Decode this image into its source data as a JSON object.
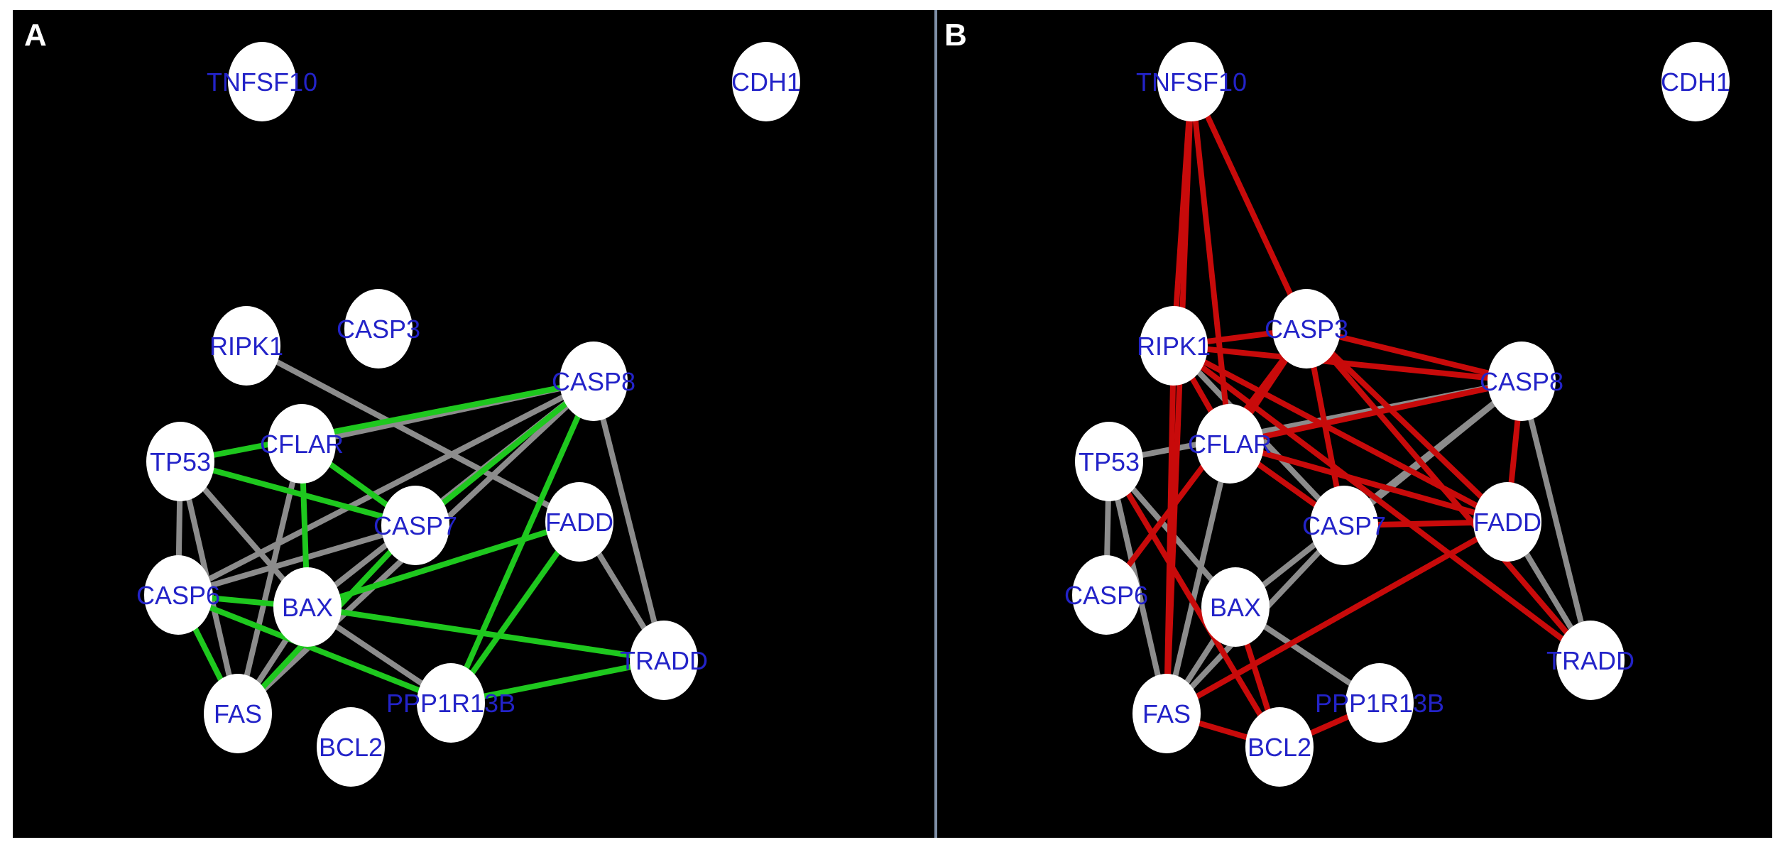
{
  "colors": {
    "background": "#000000",
    "page": "#ffffff",
    "divider": "#7f8fa6",
    "node_fill": "#ffffff",
    "label": "#2323c8",
    "edge_gray": "#8c8c8c",
    "edge_green": "#1ec81e",
    "edge_red": "#c80a0a"
  },
  "panels": [
    {
      "id": "A",
      "label": "A",
      "nodes": [
        {
          "id": "TNFSF10",
          "label": "TNFSF10"
        },
        {
          "id": "CDH1",
          "label": "CDH1"
        },
        {
          "id": "RIPK1",
          "label": "RIPK1"
        },
        {
          "id": "CASP3",
          "label": "CASP3"
        },
        {
          "id": "CASP8",
          "label": "CASP8"
        },
        {
          "id": "TP53",
          "label": "TP53"
        },
        {
          "id": "CFLAR",
          "label": "CFLAR"
        },
        {
          "id": "CASP7",
          "label": "CASP7"
        },
        {
          "id": "FADD",
          "label": "FADD"
        },
        {
          "id": "CASP6",
          "label": "CASP6"
        },
        {
          "id": "BAX",
          "label": "BAX"
        },
        {
          "id": "TRADD",
          "label": "TRADD"
        },
        {
          "id": "FAS",
          "label": "FAS"
        },
        {
          "id": "PPP1R13B",
          "label": "PPP1R13B"
        },
        {
          "id": "BCL2",
          "label": "BCL2"
        }
      ],
      "edges": [
        {
          "source": "RIPK1",
          "target": "FADD",
          "color": "gray"
        },
        {
          "source": "CFLAR",
          "target": "CASP8",
          "color": "gray"
        },
        {
          "source": "TP53",
          "target": "CASP8",
          "color": "green"
        },
        {
          "source": "TP53",
          "target": "CASP7",
          "color": "green"
        },
        {
          "source": "TP53",
          "target": "CASP6",
          "color": "gray"
        },
        {
          "source": "TP53",
          "target": "FAS",
          "color": "gray"
        },
        {
          "source": "TP53",
          "target": "BAX",
          "color": "gray"
        },
        {
          "source": "CFLAR",
          "target": "BAX",
          "color": "green"
        },
        {
          "source": "CFLAR",
          "target": "CASP7",
          "color": "green"
        },
        {
          "source": "CFLAR",
          "target": "FAS",
          "color": "gray"
        },
        {
          "source": "CASP8",
          "target": "CASP6",
          "color": "gray"
        },
        {
          "source": "CASP8",
          "target": "CASP7",
          "color": "green"
        },
        {
          "source": "CASP8",
          "target": "BAX",
          "color": "gray"
        },
        {
          "source": "CASP8",
          "target": "PPP1R13B",
          "color": "green"
        },
        {
          "source": "CASP8",
          "target": "TRADD",
          "color": "gray"
        },
        {
          "source": "CASP7",
          "target": "FAS",
          "color": "green"
        },
        {
          "source": "BAX",
          "target": "FADD",
          "color": "green"
        },
        {
          "source": "FADD",
          "target": "TRADD",
          "color": "gray"
        },
        {
          "source": "FADD",
          "target": "PPP1R13B",
          "color": "green"
        },
        {
          "source": "CASP6",
          "target": "BAX",
          "color": "green"
        },
        {
          "source": "CASP6",
          "target": "FAS",
          "color": "green"
        },
        {
          "source": "CASP6",
          "target": "PPP1R13B",
          "color": "green"
        },
        {
          "source": "BAX",
          "target": "TRADD",
          "color": "green"
        },
        {
          "source": "BAX",
          "target": "PPP1R13B",
          "color": "gray"
        },
        {
          "source": "BAX",
          "target": "FAS",
          "color": "gray"
        },
        {
          "source": "PPP1R13B",
          "target": "TRADD",
          "color": "green"
        },
        {
          "source": "CASP7",
          "target": "CASP6",
          "color": "gray"
        },
        {
          "source": "FAS",
          "target": "CASP8",
          "color": "gray"
        }
      ]
    },
    {
      "id": "B",
      "label": "B",
      "nodes": [
        {
          "id": "TNFSF10",
          "label": "TNFSF10"
        },
        {
          "id": "CDH1",
          "label": "CDH1"
        },
        {
          "id": "RIPK1",
          "label": "RIPK1"
        },
        {
          "id": "CASP3",
          "label": "CASP3"
        },
        {
          "id": "CASP8",
          "label": "CASP8"
        },
        {
          "id": "TP53",
          "label": "TP53"
        },
        {
          "id": "CFLAR",
          "label": "CFLAR"
        },
        {
          "id": "CASP7",
          "label": "CASP7"
        },
        {
          "id": "FADD",
          "label": "FADD"
        },
        {
          "id": "CASP6",
          "label": "CASP6"
        },
        {
          "id": "BAX",
          "label": "BAX"
        },
        {
          "id": "TRADD",
          "label": "TRADD"
        },
        {
          "id": "FAS",
          "label": "FAS"
        },
        {
          "id": "PPP1R13B",
          "label": "PPP1R13B"
        },
        {
          "id": "BCL2",
          "label": "BCL2"
        }
      ],
      "edges": [
        {
          "source": "TNFSF10",
          "target": "RIPK1",
          "color": "red"
        },
        {
          "source": "TNFSF10",
          "target": "CASP3",
          "color": "red"
        },
        {
          "source": "TNFSF10",
          "target": "CFLAR",
          "color": "red"
        },
        {
          "source": "TNFSF10",
          "target": "FAS",
          "color": "red"
        },
        {
          "source": "RIPK1",
          "target": "CASP3",
          "color": "red"
        },
        {
          "source": "RIPK1",
          "target": "CASP8",
          "color": "red"
        },
        {
          "source": "RIPK1",
          "target": "FADD",
          "color": "red"
        },
        {
          "source": "RIPK1",
          "target": "CASP7",
          "color": "gray"
        },
        {
          "source": "RIPK1",
          "target": "TRADD",
          "color": "red"
        },
        {
          "source": "RIPK1",
          "target": "FAS",
          "color": "red"
        },
        {
          "source": "RIPK1",
          "target": "CFLAR",
          "color": "red"
        },
        {
          "source": "CASP3",
          "target": "CASP8",
          "color": "red"
        },
        {
          "source": "CASP3",
          "target": "CFLAR",
          "color": "red"
        },
        {
          "source": "CASP3",
          "target": "CASP7",
          "color": "red"
        },
        {
          "source": "CASP3",
          "target": "FADD",
          "color": "red"
        },
        {
          "source": "CASP3",
          "target": "TRADD",
          "color": "red"
        },
        {
          "source": "CASP3",
          "target": "CASP6",
          "color": "red"
        },
        {
          "source": "CASP8",
          "target": "CFLAR",
          "color": "red"
        },
        {
          "source": "CASP8",
          "target": "TP53",
          "color": "gray"
        },
        {
          "source": "CASP8",
          "target": "FADD",
          "color": "red"
        },
        {
          "source": "CASP8",
          "target": "TRADD",
          "color": "gray"
        },
        {
          "source": "CASP8",
          "target": "CASP7",
          "color": "gray"
        },
        {
          "source": "CASP8",
          "target": "BAX",
          "color": "gray"
        },
        {
          "source": "CFLAR",
          "target": "FADD",
          "color": "red"
        },
        {
          "source": "CFLAR",
          "target": "FAS",
          "color": "gray"
        },
        {
          "source": "CFLAR",
          "target": "CASP7",
          "color": "red"
        },
        {
          "source": "TP53",
          "target": "CASP6",
          "color": "gray"
        },
        {
          "source": "TP53",
          "target": "BAX",
          "color": "gray"
        },
        {
          "source": "TP53",
          "target": "BCL2",
          "color": "red"
        },
        {
          "source": "TP53",
          "target": "FAS",
          "color": "gray"
        },
        {
          "source": "CASP7",
          "target": "FADD",
          "color": "red"
        },
        {
          "source": "CASP7",
          "target": "FAS",
          "color": "gray"
        },
        {
          "source": "FADD",
          "target": "TRADD",
          "color": "gray"
        },
        {
          "source": "FADD",
          "target": "FAS",
          "color": "red"
        },
        {
          "source": "BAX",
          "target": "BCL2",
          "color": "red"
        },
        {
          "source": "BAX",
          "target": "PPP1R13B",
          "color": "gray"
        },
        {
          "source": "BAX",
          "target": "FAS",
          "color": "gray"
        },
        {
          "source": "FAS",
          "target": "BCL2",
          "color": "red"
        },
        {
          "source": "BCL2",
          "target": "PPP1R13B",
          "color": "red"
        }
      ]
    }
  ]
}
